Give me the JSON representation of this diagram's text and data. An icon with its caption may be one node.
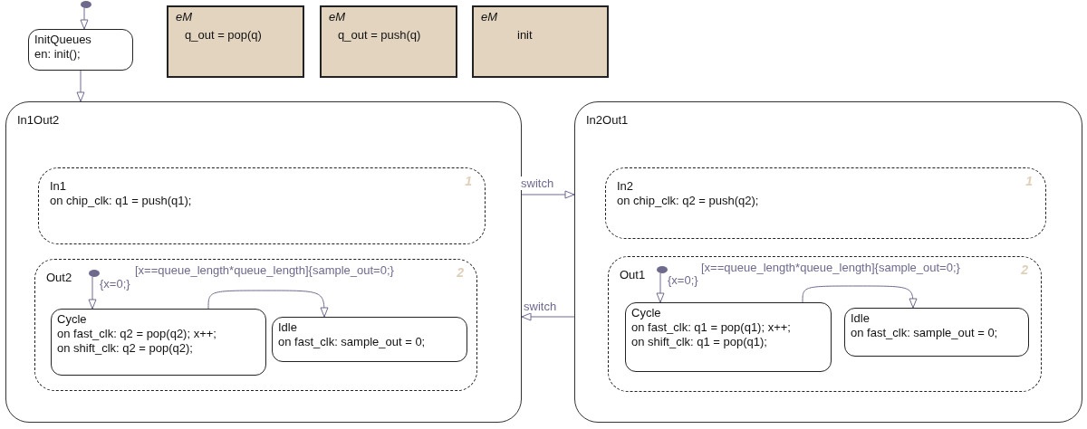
{
  "diagram": {
    "nodes": [
      {
        "text": [],
        "shape": "circle"
      },
      {
        "text": [
          "InitQueues",
          "en: init();"
        ]
      },
      {
        "text": [
          "eM",
          "q_out  = pop(q)"
        ]
      },
      {
        "text": [
          "eM",
          "q_out  = push(q)"
        ]
      },
      {
        "text": [
          "eM",
          "init"
        ]
      },
      {
        "text": [
          "In1Out2"
        ]
      },
      {
        "text": [
          "In1",
          "on chip_clk: q1 = push(q1);",
          "1"
        ],
        "in": 5
      },
      {
        "text": [
          "Out2",
          "2"
        ],
        "in": 5
      },
      {
        "text": [],
        "shape": "circle",
        "in": 7
      },
      {
        "text": [
          "Cycle",
          "on fast_clk: q2 = pop(q2); x++;",
          "on shift_clk: q2 = pop(q2);"
        ],
        "in": 7
      },
      {
        "text": [
          "Idle",
          "on fast_clk: sample_out = 0;"
        ],
        "in": 7
      },
      {
        "text": [
          "In2Out1"
        ]
      },
      {
        "text": [
          "In2",
          "on chip_clk: q2 = push(q2);",
          "1"
        ],
        "in": 11
      },
      {
        "text": [
          "Out1",
          "2"
        ],
        "in": 11
      },
      {
        "text": [],
        "shape": "circle",
        "in": 13
      },
      {
        "text": [
          "Cycle",
          "on fast_clk: q1 = pop(q1); x++;",
          "on shift_clk: q1 = pop(q1);"
        ],
        "in": 13
      },
      {
        "text": [
          "Idle",
          "on fast_clk: sample_out = 0;"
        ],
        "in": 13
      }
    ],
    "edges": [
      {
        "from": 0,
        "to": 1,
        "arrow": "to"
      },
      {
        "from": 1,
        "to": 5,
        "arrow": "to"
      },
      {
        "from": 5,
        "to": 11,
        "arrow": "to",
        "label": "switch"
      },
      {
        "from": 11,
        "to": 5,
        "arrow": "to",
        "label": "switch"
      },
      {
        "from": 8,
        "to": 9,
        "arrow": "to",
        "label": "{x=0;}"
      },
      {
        "from": 9,
        "to": 10,
        "arrow": "to",
        "label": "[x==queue_length*queue_length]{sample_out=0;}"
      },
      {
        "from": 14,
        "to": 15,
        "arrow": "to",
        "label": "{x=0;}"
      },
      {
        "from": 15,
        "to": 16,
        "arrow": "to",
        "label": "[x==queue_length*queue_length]{sample_out=0;}"
      }
    ]
  }
}
